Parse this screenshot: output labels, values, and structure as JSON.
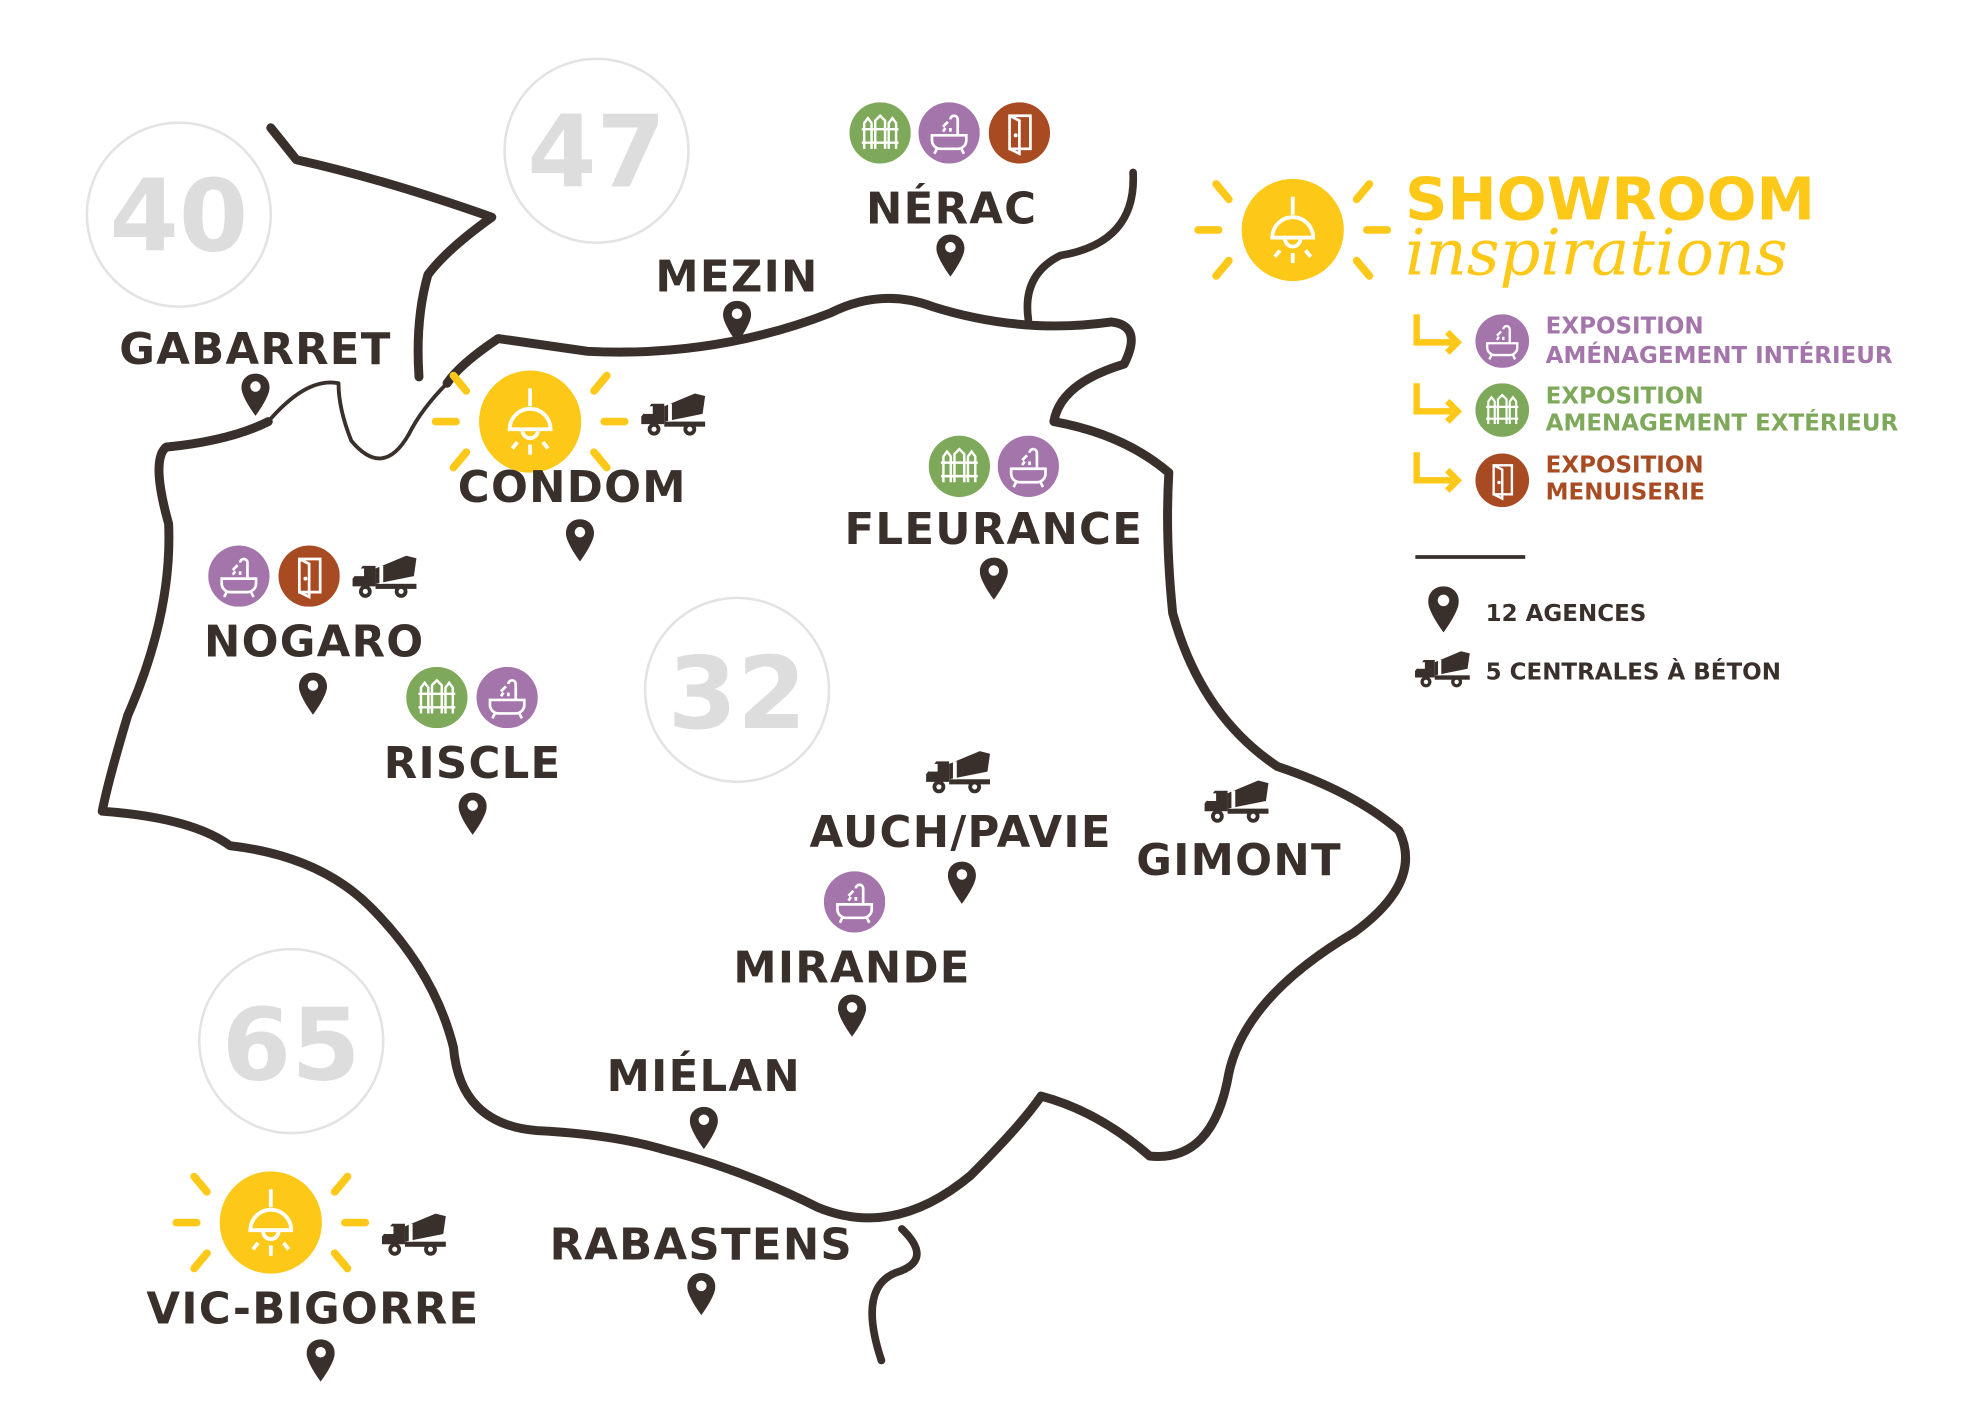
{
  "colors": {
    "dark": "#3a302b",
    "yellow": "#fdc818",
    "purple": "#a375ab",
    "green": "#7fa95a",
    "brown": "#a84b22",
    "grey": "#dddddd"
  },
  "departments": [
    "40",
    "47",
    "32",
    "65"
  ],
  "cities": {
    "gabarret": "GABARRET",
    "mezin": "MEZIN",
    "nerac": "NÉRAC",
    "condom": "CONDOM",
    "fleurance": "FLEURANCE",
    "nogaro": "NOGARO",
    "riscle": "RISCLE",
    "auch": "AUCH/PAVIE",
    "gimont": "GIMONT",
    "mirande": "MIRANDE",
    "mielan": "MIÉLAN",
    "rabastens": "RABASTENS",
    "vic": "VIC-BIGORRE"
  },
  "legend": {
    "title": "SHOWROOM",
    "subtitle": "inspirations",
    "items": [
      {
        "line1": "EXPOSITION",
        "line2": "AMÉNAGEMENT INTÉRIEUR",
        "icon": "bathtub-icon"
      },
      {
        "line1": "EXPOSITION",
        "line2": "AMENAGEMENT EXTÉRIEUR",
        "icon": "fence-icon"
      },
      {
        "line1": "EXPOSITION",
        "line2": "MENUISERIE",
        "icon": "door-icon"
      }
    ],
    "agencies": "12 AGENCES",
    "plants": "5 CENTRALES À BÉTON"
  }
}
